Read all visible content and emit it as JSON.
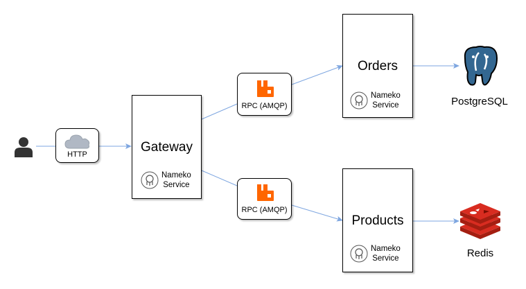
{
  "client": {
    "icon": "user-icon"
  },
  "http": {
    "label": "HTTP",
    "icon": "cloud-icon"
  },
  "gateway": {
    "title": "Gateway",
    "badge_line1": "Nameko",
    "badge_line2": "Service",
    "badge_icon": "nameko-icon"
  },
  "rpc_top": {
    "label": "RPC (AMQP)",
    "icon": "rabbitmq-icon"
  },
  "rpc_bottom": {
    "label": "RPC (AMQP)",
    "icon": "rabbitmq-icon"
  },
  "orders": {
    "title": "Orders",
    "badge_line1": "Nameko",
    "badge_line2": "Service",
    "badge_icon": "nameko-icon"
  },
  "products": {
    "title": "Products",
    "badge_line1": "Nameko",
    "badge_line2": "Service",
    "badge_icon": "nameko-icon"
  },
  "postgres": {
    "label": "PostgreSQL",
    "icon": "postgresql-icon"
  },
  "redis": {
    "label": "Redis",
    "icon": "redis-icon"
  },
  "colors": {
    "edge": "#7ea6e0",
    "rabbitmq": "#ff6600",
    "postgres": "#336791",
    "redis": "#d82c20",
    "cloud": "#b0b8c4",
    "user": "#333333"
  }
}
